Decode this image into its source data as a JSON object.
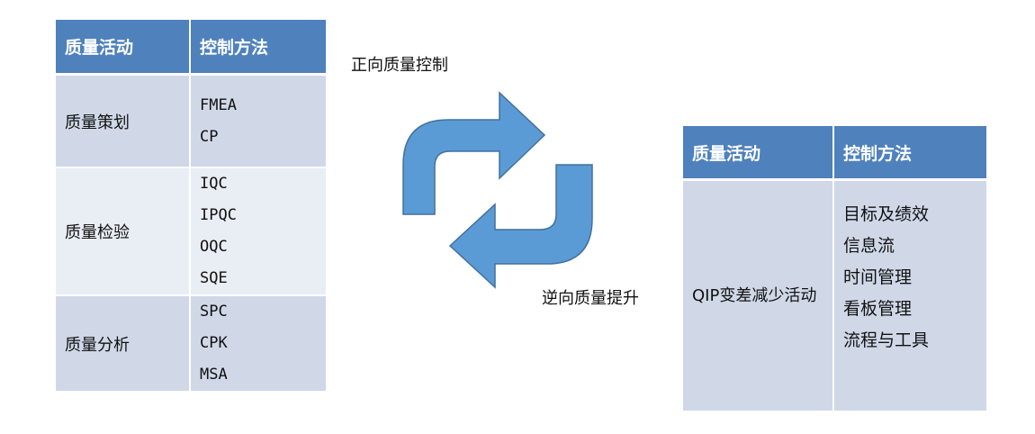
{
  "left_table": {
    "header": {
      "activity": "质量活动",
      "method": "控制方法"
    },
    "rows": [
      {
        "activity": "质量策划",
        "methods": [
          "FMEA",
          "CP"
        ]
      },
      {
        "activity": "质量检验",
        "methods": [
          "IQC",
          "IPQC",
          "OQC",
          "SQE"
        ]
      },
      {
        "activity": "质量分析",
        "methods": [
          "SPC",
          "CPK",
          "MSA"
        ]
      }
    ]
  },
  "cycle": {
    "forward_label": "正向质量控制",
    "reverse_label": "逆向质量提升"
  },
  "right_table": {
    "header": {
      "activity": "质量活动",
      "method": "控制方法"
    },
    "row": {
      "activity": "QIP变差减少活动",
      "methods": [
        "目标及绩效",
        "信息流",
        "时间管理",
        "看板管理",
        "流程与工具"
      ]
    }
  },
  "colors": {
    "header_blue": "#4f81bd",
    "row_dark": "#d0d8e8",
    "row_light": "#e9edf4",
    "arrow_fill": "#5b9bd5",
    "arrow_stroke": "#41719c"
  }
}
